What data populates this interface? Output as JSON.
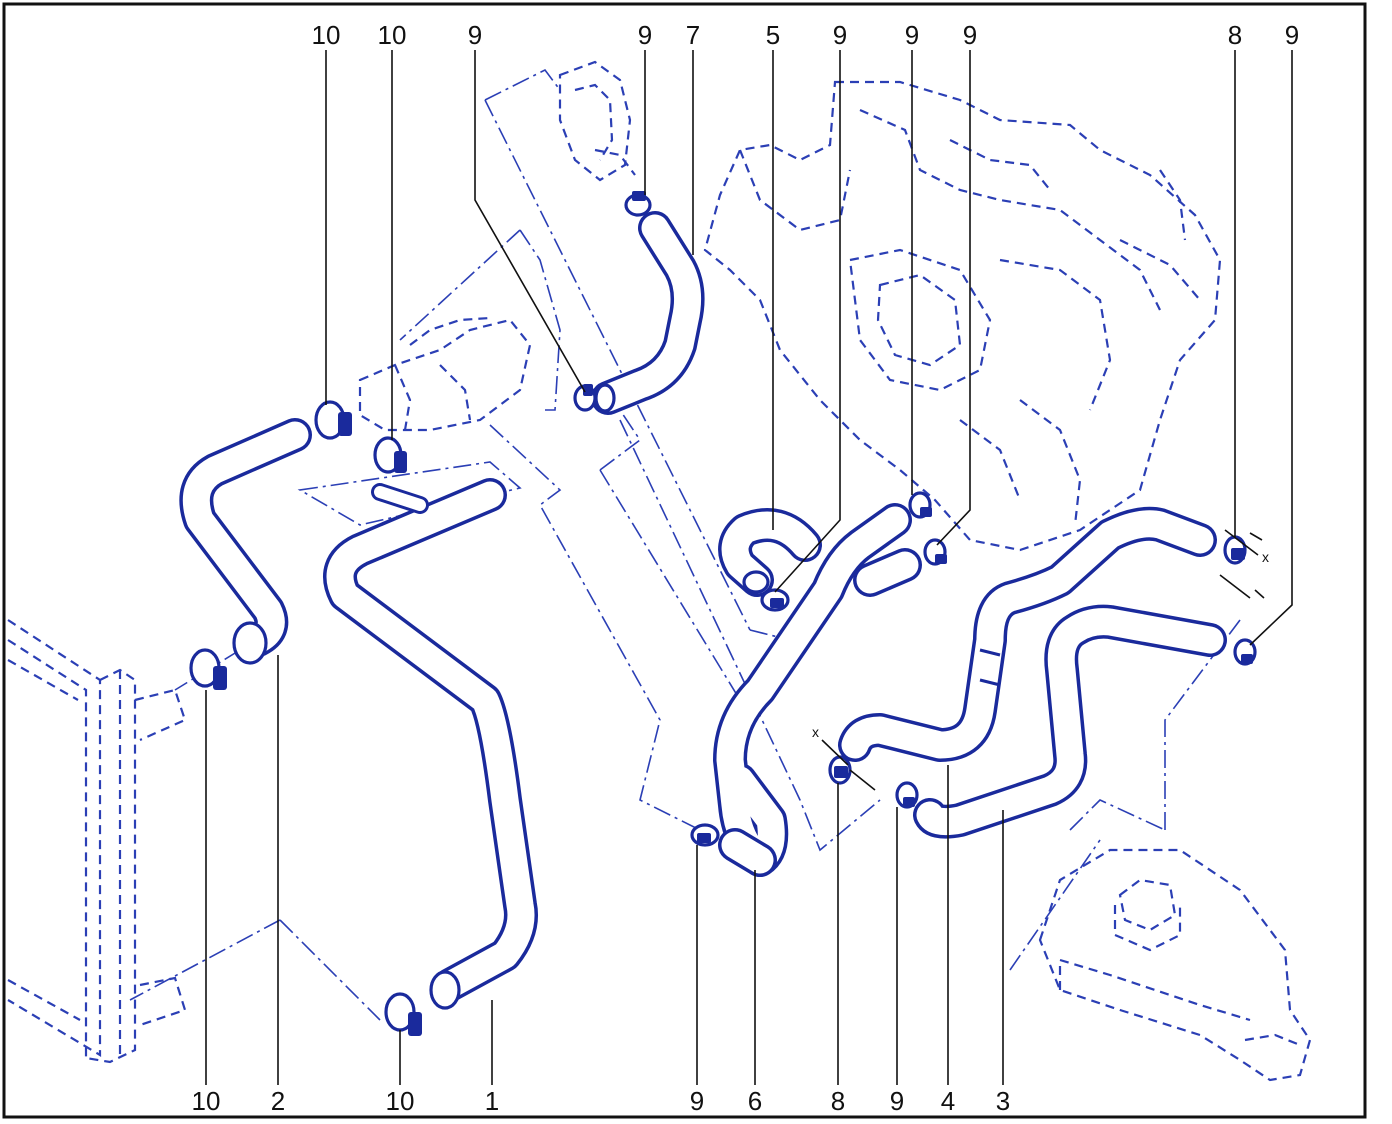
{
  "labels": {
    "top": [
      {
        "text": "10",
        "part": "hose-clamp-10"
      },
      {
        "text": "10",
        "part": "hose-clamp-10"
      },
      {
        "text": "9",
        "part": "hose-clamp-9"
      },
      {
        "text": "9",
        "part": "hose-clamp-9"
      },
      {
        "text": "7",
        "part": "hose-7"
      },
      {
        "text": "5",
        "part": "hose-5"
      },
      {
        "text": "9",
        "part": "hose-clamp-9"
      },
      {
        "text": "9",
        "part": "hose-clamp-9"
      },
      {
        "text": "9",
        "part": "hose-clamp-9"
      },
      {
        "text": "8",
        "part": "hose-clamp-8"
      },
      {
        "text": "9",
        "part": "hose-clamp-9"
      }
    ],
    "bottom": [
      {
        "text": "10",
        "part": "hose-clamp-10"
      },
      {
        "text": "2",
        "part": "hose-2"
      },
      {
        "text": "10",
        "part": "hose-clamp-10"
      },
      {
        "text": "1",
        "part": "hose-1"
      },
      {
        "text": "9",
        "part": "hose-clamp-9"
      },
      {
        "text": "6",
        "part": "hose-6"
      },
      {
        "text": "8",
        "part": "hose-clamp-8"
      },
      {
        "text": "9",
        "part": "hose-clamp-9"
      },
      {
        "text": "4",
        "part": "hose-4"
      },
      {
        "text": "3",
        "part": "hose-3"
      }
    ]
  },
  "dimension_marks": [
    "x",
    "x"
  ],
  "colors": {
    "hose": "#1a2a9c",
    "ghost": "#2b3fb5",
    "text": "#111111",
    "background": "#ffffff"
  }
}
